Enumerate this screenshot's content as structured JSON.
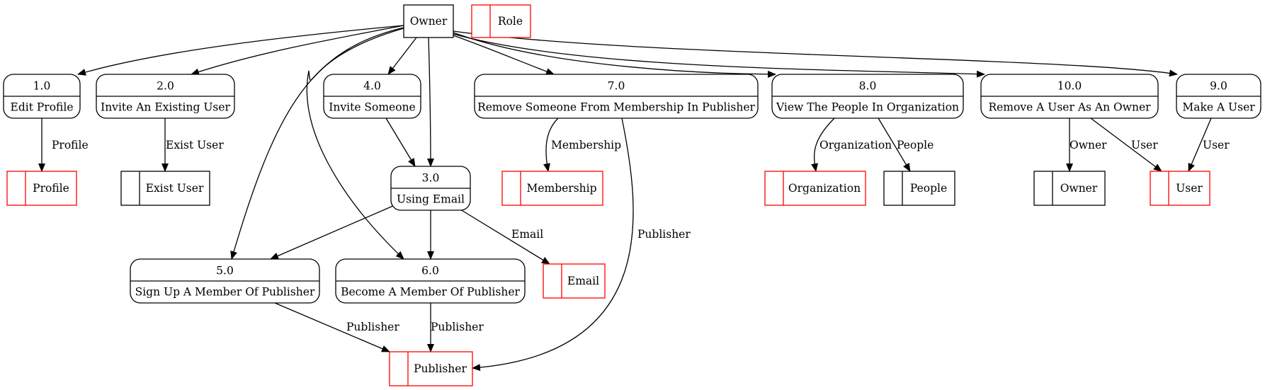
{
  "colors": {
    "line": "#000000",
    "highlight": "#ff0000",
    "background": "#ffffff"
  },
  "entities": [
    {
      "id": "owner",
      "label": "Owner"
    }
  ],
  "processes": [
    {
      "id": "p1",
      "number": "1.0",
      "label": "Edit Profile"
    },
    {
      "id": "p2",
      "number": "2.0",
      "label": "Invite An Existing User"
    },
    {
      "id": "p4",
      "number": "4.0",
      "label": "Invite Someone"
    },
    {
      "id": "p7",
      "number": "7.0",
      "label": "Remove Someone From Membership In Publisher"
    },
    {
      "id": "p8",
      "number": "8.0",
      "label": "View The People In Organization"
    },
    {
      "id": "p10",
      "number": "10.0",
      "label": "Remove A User As An Owner"
    },
    {
      "id": "p9",
      "number": "9.0",
      "label": "Make A User"
    },
    {
      "id": "p3",
      "number": "3.0",
      "label": "Using Email"
    },
    {
      "id": "p5",
      "number": "5.0",
      "label": "Sign Up A Member Of Publisher"
    },
    {
      "id": "p6",
      "number": "6.0",
      "label": "Become A Member Of Publisher"
    }
  ],
  "stores": [
    {
      "id": "s_role",
      "label": "Role",
      "highlight": true
    },
    {
      "id": "s_prof",
      "label": "Profile",
      "highlight": true
    },
    {
      "id": "s_exist",
      "label": "Exist User",
      "highlight": false
    },
    {
      "id": "s_memb",
      "label": "Membership",
      "highlight": true
    },
    {
      "id": "s_org",
      "label": "Organization",
      "highlight": true
    },
    {
      "id": "s_ppl",
      "label": "People",
      "highlight": false
    },
    {
      "id": "s_own",
      "label": "Owner",
      "highlight": false
    },
    {
      "id": "s_user",
      "label": "User",
      "highlight": true
    },
    {
      "id": "s_email",
      "label": "Email",
      "highlight": true
    },
    {
      "id": "s_pub",
      "label": "Publisher",
      "highlight": true
    }
  ],
  "flows": [
    {
      "id": "f1",
      "from": "owner",
      "to": "p1",
      "label": ""
    },
    {
      "id": "f2",
      "from": "owner",
      "to": "p2",
      "label": ""
    },
    {
      "id": "f3",
      "from": "owner",
      "to": "p4",
      "label": ""
    },
    {
      "id": "f4",
      "from": "owner",
      "to": "p3",
      "label": ""
    },
    {
      "id": "f5",
      "from": "owner",
      "to": "p5",
      "label": ""
    },
    {
      "id": "f6",
      "from": "owner",
      "to": "p6",
      "label": ""
    },
    {
      "id": "f7",
      "from": "owner",
      "to": "p7",
      "label": ""
    },
    {
      "id": "f8",
      "from": "owner",
      "to": "p8",
      "label": ""
    },
    {
      "id": "f9",
      "from": "owner",
      "to": "p10",
      "label": ""
    },
    {
      "id": "f10",
      "from": "owner",
      "to": "p9",
      "label": ""
    },
    {
      "id": "f11",
      "from": "p1",
      "to": "s_prof",
      "label": "Profile"
    },
    {
      "id": "f12",
      "from": "p2",
      "to": "s_exist",
      "label": "Exist User"
    },
    {
      "id": "f13",
      "from": "p4",
      "to": "p3",
      "label": ""
    },
    {
      "id": "f14",
      "from": "p7",
      "to": "s_memb",
      "label": "Membership"
    },
    {
      "id": "f15",
      "from": "p7",
      "to": "s_pub",
      "label": "Publisher"
    },
    {
      "id": "f16",
      "from": "p8",
      "to": "s_org",
      "label": "Organization"
    },
    {
      "id": "f17",
      "from": "p8",
      "to": "s_ppl",
      "label": "People"
    },
    {
      "id": "f18",
      "from": "p10",
      "to": "s_own",
      "label": "Owner"
    },
    {
      "id": "f19",
      "from": "p10",
      "to": "s_user",
      "label": "User"
    },
    {
      "id": "f20",
      "from": "p9",
      "to": "s_user",
      "label": "User"
    },
    {
      "id": "f21",
      "from": "p3",
      "to": "p5",
      "label": ""
    },
    {
      "id": "f22",
      "from": "p3",
      "to": "p6",
      "label": ""
    },
    {
      "id": "f23",
      "from": "p3",
      "to": "s_email",
      "label": "Email"
    },
    {
      "id": "f24",
      "from": "p5",
      "to": "s_pub",
      "label": "Publisher"
    },
    {
      "id": "f25",
      "from": "p6",
      "to": "s_pub",
      "label": "Publisher"
    }
  ]
}
